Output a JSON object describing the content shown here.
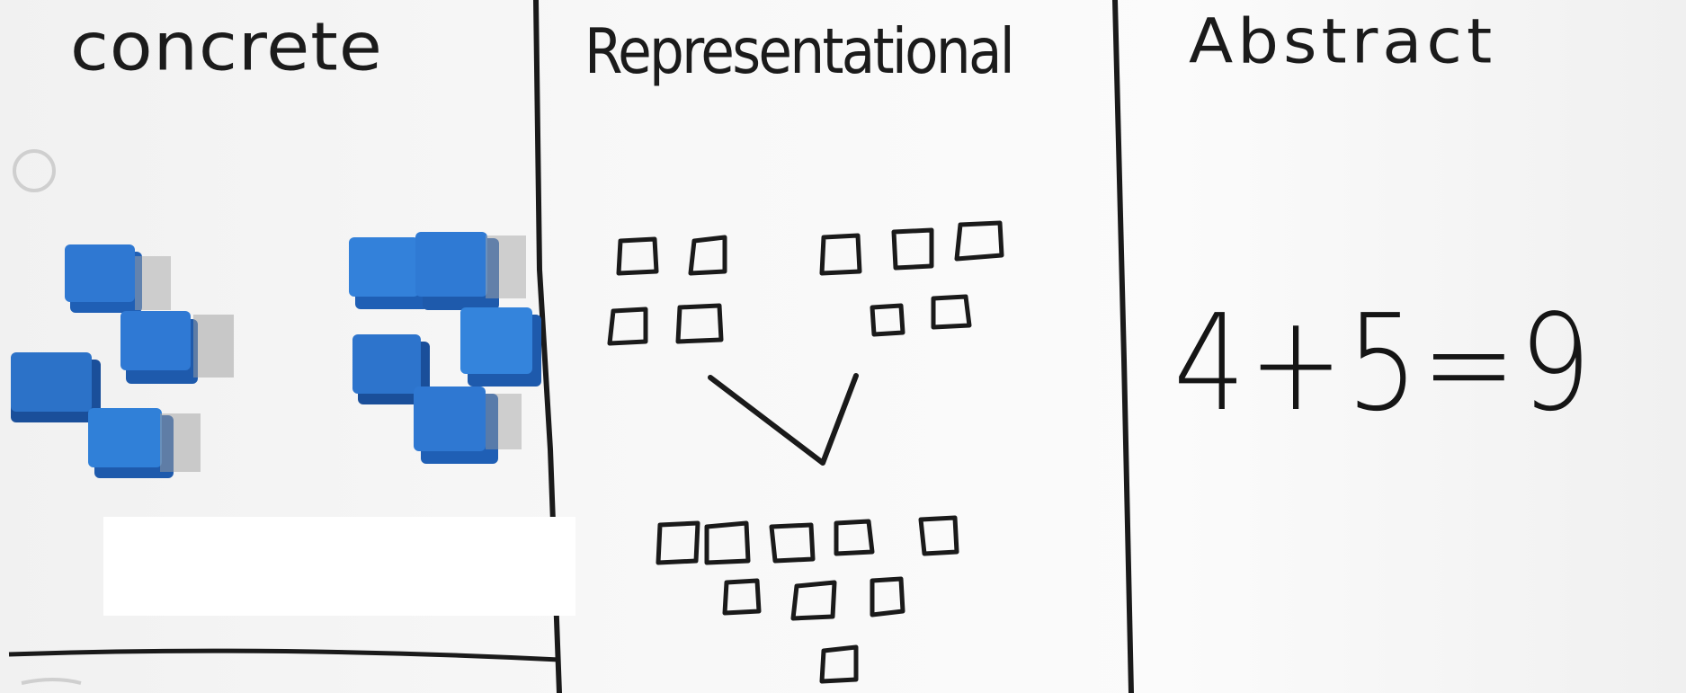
{
  "columns": [
    {
      "heading": "concrete"
    },
    {
      "heading": "Representational"
    },
    {
      "heading": "Abstract",
      "equation": "4+5=9"
    }
  ],
  "colors": {
    "board": "#f6f6f6",
    "marker": "#1a1a1a",
    "cube": "#2d72c9"
  }
}
